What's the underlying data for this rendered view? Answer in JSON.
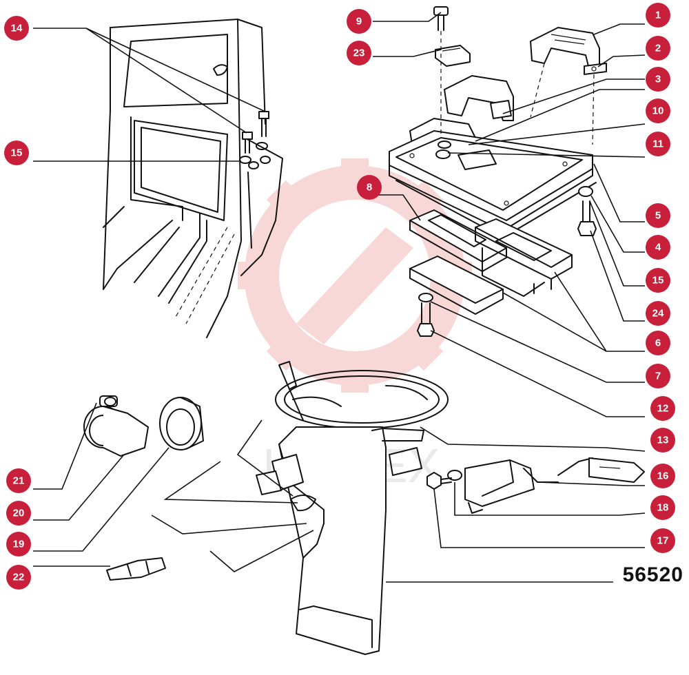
{
  "diagram_code": "56520",
  "watermark_text": "UNITEX",
  "colors": {
    "callout_fill": "#c8203a",
    "callout_text": "#ffffff",
    "line": "#111111",
    "watermark": "#f3c2c2"
  },
  "callouts": [
    "14",
    "15",
    "9",
    "23",
    "1",
    "2",
    "3",
    "10",
    "11",
    "5",
    "4",
    "15",
    "24",
    "6",
    "7",
    "8",
    "12",
    "13",
    "16",
    "18",
    "17",
    "21",
    "20",
    "19",
    "22"
  ]
}
